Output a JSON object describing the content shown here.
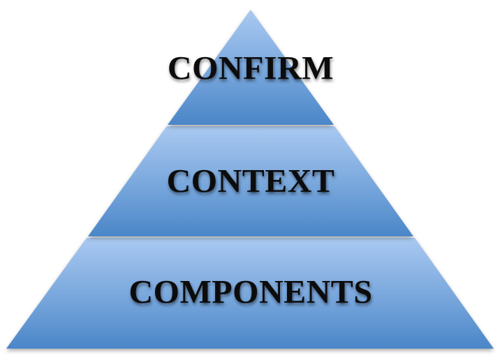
{
  "diagram": {
    "type": "pyramid",
    "levels": [
      {
        "id": "confirm",
        "label": "CONFIRM",
        "position": "top"
      },
      {
        "id": "context",
        "label": "CONTEXT",
        "position": "middle"
      },
      {
        "id": "components",
        "label": "COMPONENTS",
        "position": "bottom"
      }
    ],
    "colors": {
      "fill_gradient_top": "#a9c9f1",
      "fill_gradient_bottom": "#4a86c8",
      "label_text": "#0c0c0c",
      "background": "#ffffff"
    }
  }
}
